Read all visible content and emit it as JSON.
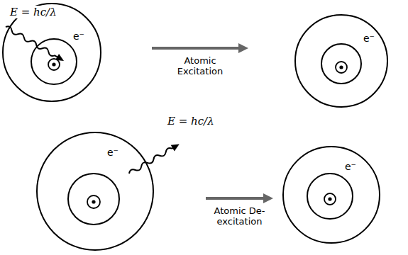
{
  "diagram": {
    "nodes": [
      {
        "text": [
          "e⁻"
        ]
      },
      {
        "text": [
          "e⁻"
        ]
      },
      {
        "text": [
          "e⁻"
        ]
      },
      {
        "text": [
          "e⁻"
        ]
      }
    ],
    "edges": [
      {
        "from": 0,
        "to": 1,
        "arrow": "to",
        "label": "Atomic Excitation"
      },
      {
        "from": 2,
        "to": 3,
        "arrow": "to",
        "label": "Atomic De-excitation"
      }
    ],
    "labels": [
      "E = hc/λ",
      "E = hc/λ"
    ]
  }
}
